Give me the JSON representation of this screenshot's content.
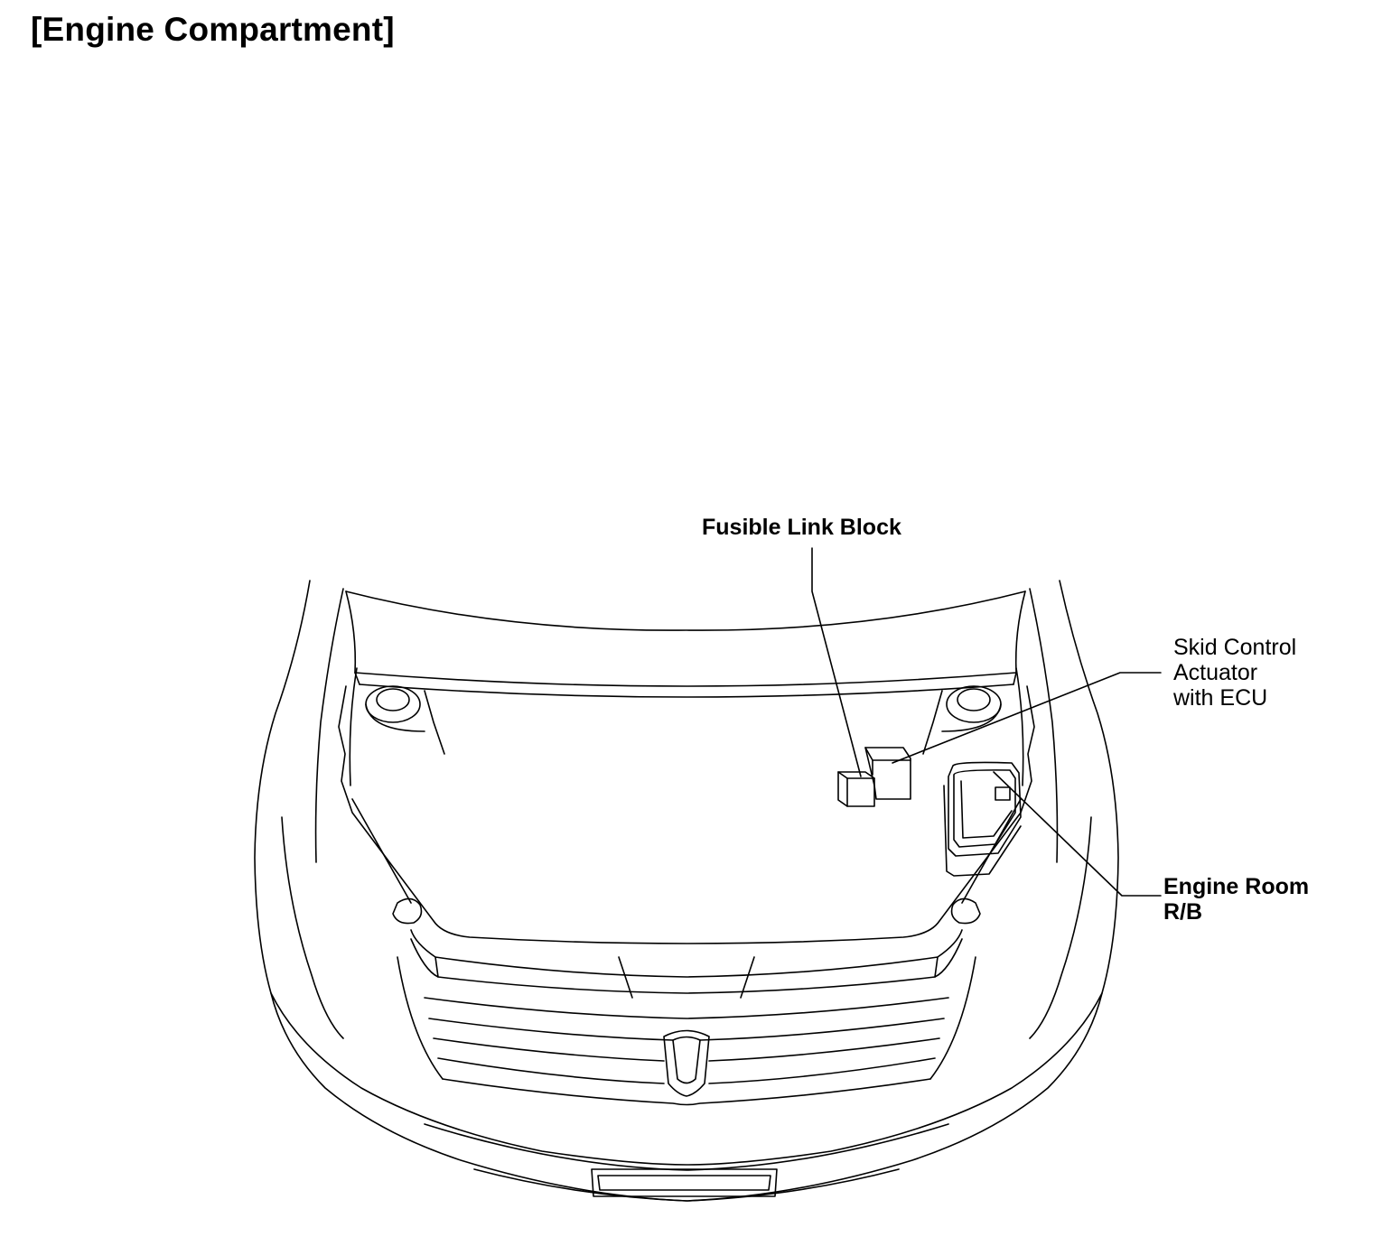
{
  "title": "[Engine Compartment]",
  "callouts": {
    "fusible_link_block": "Fusible Link Block",
    "skid_control": [
      "Skid Control",
      "Actuator",
      "with ECU"
    ],
    "engine_room_rb": [
      "Engine Room",
      "R/B"
    ]
  },
  "colors": {
    "ink": "#000000",
    "background": "#ffffff"
  }
}
